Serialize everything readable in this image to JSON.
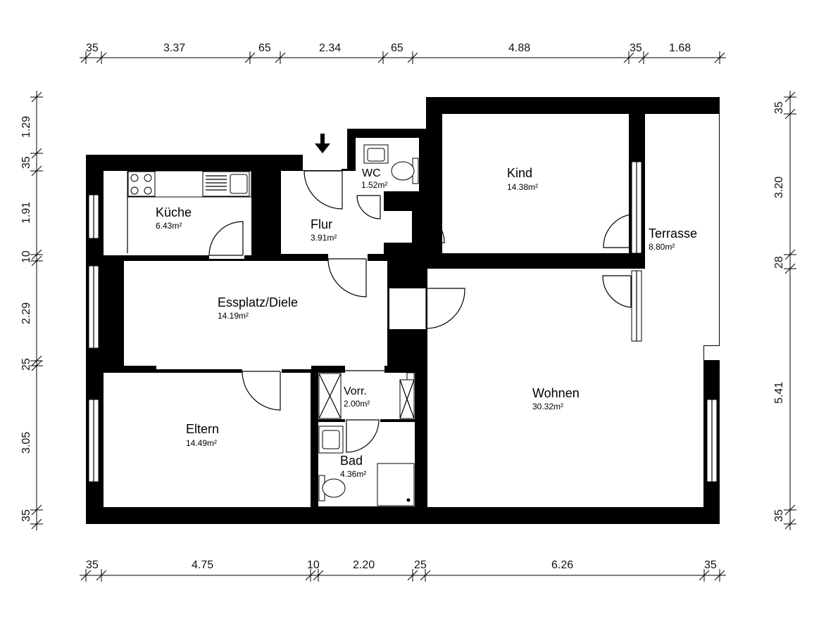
{
  "rooms": [
    {
      "name": "Küche",
      "area": "6.43m²"
    },
    {
      "name": "Flur",
      "area": "3.91m²"
    },
    {
      "name": "WC",
      "area": "1.52m²"
    },
    {
      "name": "Kind",
      "area": "14.38m²"
    },
    {
      "name": "Terrasse",
      "area": "8.80m²"
    },
    {
      "name": "Essplatz/Diele",
      "area": "14.19m²"
    },
    {
      "name": "Vorr.",
      "area": "2.00m²"
    },
    {
      "name": "Wohnen",
      "area": "30.32m²"
    },
    {
      "name": "Eltern",
      "area": "14.49m²"
    },
    {
      "name": "Bad",
      "area": "4.36m²"
    }
  ],
  "dimensions": {
    "top": [
      "35",
      "3.37",
      "65",
      "2.34",
      "65",
      "4.88",
      "35",
      "1.68"
    ],
    "bottom": [
      "35",
      "4.75",
      "10",
      "2.20",
      "25",
      "6.26",
      "35"
    ],
    "left": [
      "1.29",
      "35",
      "1.91",
      "10",
      "2.29",
      "25",
      "3.05",
      "35"
    ],
    "right": [
      "35",
      "3.20",
      "28",
      "5.41",
      "35"
    ]
  },
  "entrance": {
    "symbol": "entrance-arrow-icon"
  },
  "colors": {
    "wall": "#000000",
    "background": "#ffffff"
  }
}
